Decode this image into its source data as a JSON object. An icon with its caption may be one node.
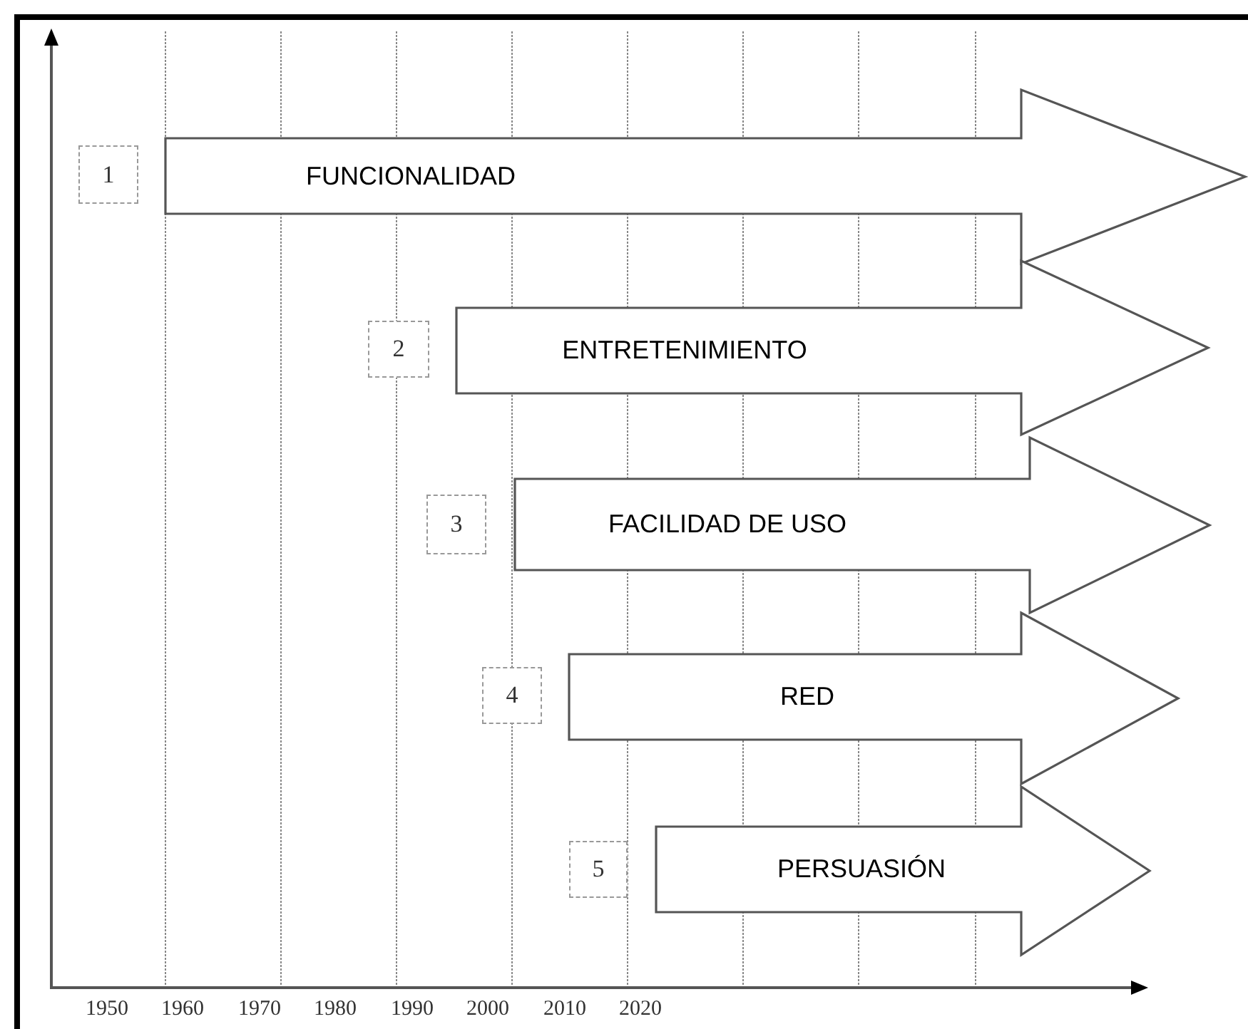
{
  "diagram": {
    "nodes": [
      {
        "text": [
          "1"
        ]
      },
      {
        "text": [
          "FUNCIONALIDAD"
        ]
      },
      {
        "text": [
          "2"
        ]
      },
      {
        "text": [
          "ENTRETENIMIENTO"
        ]
      },
      {
        "text": [
          "3"
        ]
      },
      {
        "text": [
          "FACILIDAD DE USO"
        ]
      },
      {
        "text": [
          "4"
        ]
      },
      {
        "text": [
          "RED"
        ]
      },
      {
        "text": [
          "5"
        ]
      },
      {
        "text": [
          "PERSUASIÓN"
        ]
      }
    ],
    "labels": [
      "1950",
      "1960",
      "1970",
      "1980",
      "1990",
      "2000",
      "2010",
      "2020"
    ]
  }
}
